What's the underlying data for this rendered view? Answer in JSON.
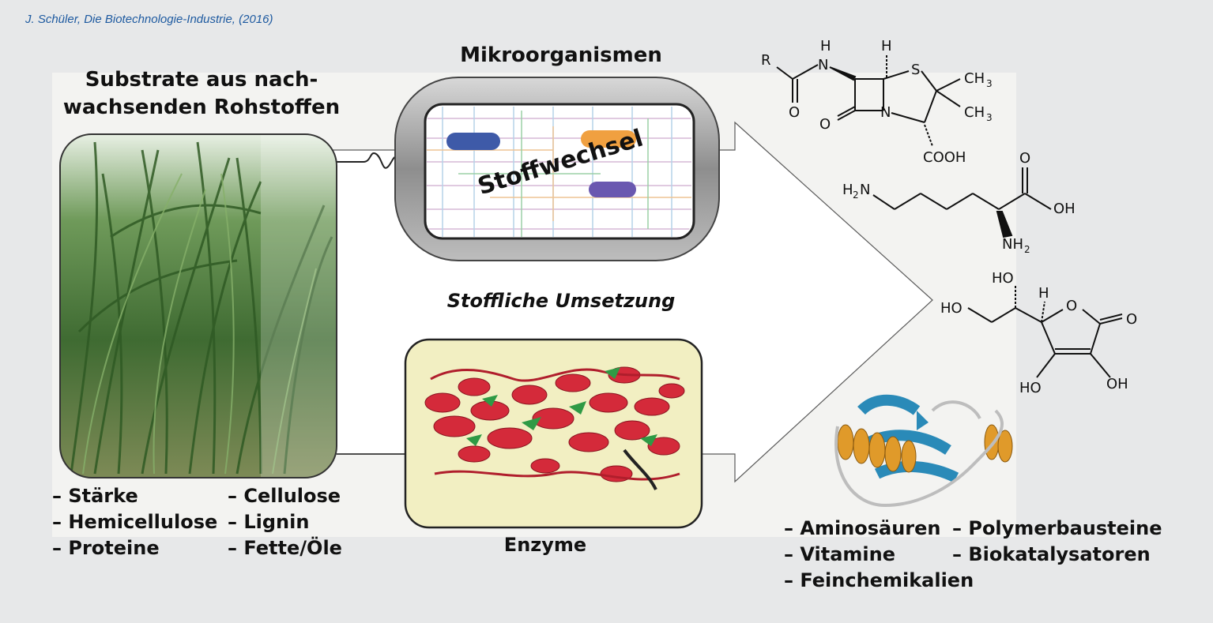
{
  "citation": "J. Schüler, Die Biotechnologie-Industrie, (2016)",
  "substrate": {
    "title_line1": "Substrate aus nach-",
    "title_line2": "wachsenden Rohstoffen",
    "items_col1": [
      "– Stärke",
      "– Hemicellulose",
      "– Proteine"
    ],
    "items_col2": [
      "– Cellulose",
      "– Lignin",
      "– Fette/Öle"
    ]
  },
  "microorganisms": {
    "title": "Mikroorganismen",
    "inner_label": "Stoffwechsel"
  },
  "conversion_label": "Stoffliche Umsetzung",
  "enzymes": {
    "title": "Enzyme"
  },
  "molecules": {
    "penicillin": {
      "r": "R",
      "nh_n": "N",
      "nh_h": "H",
      "h_top": "H",
      "s": "S",
      "ch3_a": "CH",
      "ch3_b": "CH",
      "sub3": "3",
      "o_carbonyl": "O",
      "o_lactam": "O",
      "n_ring": "N",
      "cooh": "COOH"
    },
    "lysine": {
      "h2n": "H",
      "h2n_sub": "2",
      "h2n_n": "N",
      "o": "O",
      "oh": "OH",
      "nh2": "NH",
      "nh2_sub": "2"
    },
    "ascorbic": {
      "ho_top": "HO",
      "h": "H",
      "ho_left": "HO",
      "o_ring": "O",
      "o_keto": "O",
      "ho_bottom": "HO",
      "oh_bottom": "OH"
    }
  },
  "products": {
    "col1": [
      "– Aminosäuren",
      "– Vitamine",
      "– Feinchemikalien"
    ],
    "col2": [
      "– Polymerbausteine",
      "– Biokatalysatoren"
    ]
  },
  "colors": {
    "citation": "#1e5aa0",
    "background": "#e7e8e9",
    "panel": "#f2f2f0",
    "arrow": "#ffffff",
    "capsule": "#9a9a9a",
    "enzyme_box": "#f2efc2",
    "protein_red": "#d42a3a",
    "protein_green": "#2f9a45",
    "helix_orange": "#e09a2a",
    "sheet_blue": "#2a8ab8"
  }
}
